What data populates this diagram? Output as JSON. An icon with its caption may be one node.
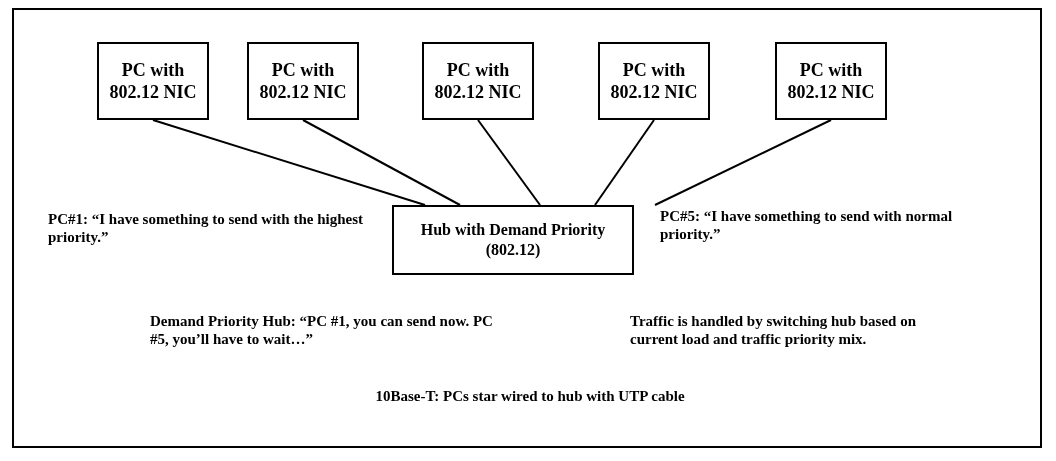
{
  "diagram": {
    "nodes": [
      {
        "text": [
          "PC with 802.12 NIC"
        ]
      },
      {
        "text": [
          "PC with 802.12 NIC"
        ]
      },
      {
        "text": [
          "PC with 802.12 NIC"
        ]
      },
      {
        "text": [
          "PC with 802.12 NIC"
        ]
      },
      {
        "text": [
          "PC with 802.12 NIC"
        ]
      },
      {
        "text": [
          "Hub with Demand Priority (802.12)"
        ]
      }
    ],
    "edges": [
      {
        "from": 0,
        "to": 5,
        "arrow": "none"
      },
      {
        "from": 1,
        "to": 5,
        "arrow": "none"
      },
      {
        "from": 2,
        "to": 5,
        "arrow": "none"
      },
      {
        "from": 3,
        "to": 5,
        "arrow": "none"
      },
      {
        "from": 4,
        "to": 5,
        "arrow": "none"
      }
    ],
    "labels": [
      "PC#1: “I have something to send with the highest priority.”",
      "PC#5:  “I have something to send with normal priority.”",
      "Demand Priority Hub: “PC #1, you can send now. PC #5, you’ll have to wait…”",
      "Traffic is handled by switching hub based on current load and traffic priority mix.",
      "10Base-T: PCs star wired to hub with UTP cable"
    ]
  }
}
